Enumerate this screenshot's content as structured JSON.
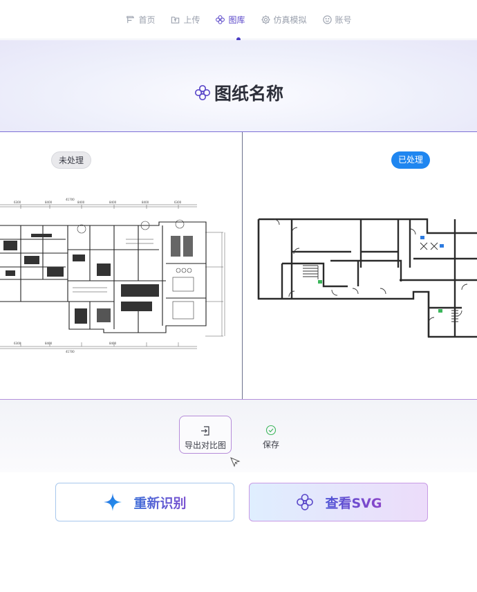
{
  "nav": {
    "items": [
      {
        "label": "首页",
        "icon": "home-icon"
      },
      {
        "label": "上传",
        "icon": "upload-icon"
      },
      {
        "label": "图库",
        "icon": "flower-icon",
        "active": true
      },
      {
        "label": "仿真模拟",
        "icon": "gear-icon"
      },
      {
        "label": "账号",
        "icon": "smiley-icon"
      }
    ],
    "active_color": "#5b48c9"
  },
  "header": {
    "title": "图纸名称",
    "icon": "flower-icon"
  },
  "compare": {
    "before_label": "未处理",
    "after_label": "已处理",
    "after_badge_color": "#1f86f0"
  },
  "actions": {
    "export_label": "导出对比图",
    "save_label": "保存"
  },
  "buttons": {
    "reidentify_label": "重新识别",
    "view_svg_label": "查看SVG"
  }
}
